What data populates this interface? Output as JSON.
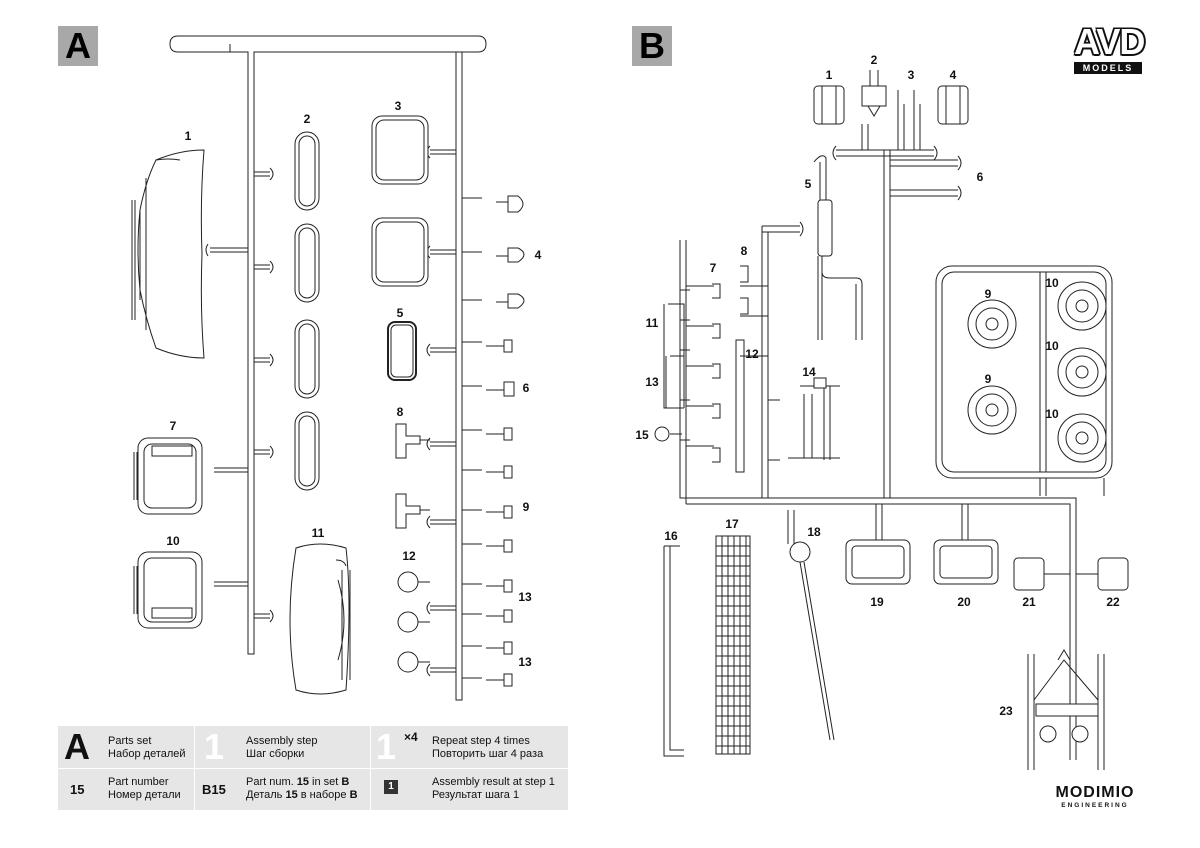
{
  "sets": {
    "a": {
      "label": "A"
    },
    "b": {
      "label": "B"
    }
  },
  "brand": {
    "avd": "AVD",
    "avd_sub": "MODELS",
    "modimio": "MODIMIO",
    "modimio_sub": "ENGINEERING"
  },
  "sprue_a_labels": [
    "1",
    "2",
    "3",
    "4",
    "5",
    "6",
    "7",
    "8",
    "9",
    "10",
    "11",
    "12",
    "13",
    "13"
  ],
  "sprue_b_labels": [
    "1",
    "2",
    "3",
    "4",
    "5",
    "6",
    "7",
    "8",
    "9",
    "9",
    "10",
    "10",
    "10",
    "11",
    "12",
    "13",
    "14",
    "15",
    "16",
    "17",
    "18",
    "19",
    "20",
    "21",
    "22",
    "23"
  ],
  "legend": {
    "parts_set_symbol": "A",
    "parts_set_en": "Parts set",
    "parts_set_ru": "Набор деталей",
    "step_symbol": "1",
    "step_en": "Assembly step",
    "step_ru": "Шаг сборки",
    "repeat_symbol": "1",
    "repeat_mult": "×4",
    "repeat_en": "Repeat step 4 times",
    "repeat_ru": "Повторить шаг 4 раза",
    "part_symbol": "15",
    "part_en": "Part number",
    "part_ru": "Номер детали",
    "set_part_symbol": "B15",
    "set_part_en_pre": "Part num. ",
    "set_part_en_num": "15",
    "set_part_en_mid": " in set ",
    "set_part_en_set": "B",
    "set_part_ru_pre": "Деталь ",
    "set_part_ru_num": "15",
    "set_part_ru_mid": " в наборе ",
    "set_part_ru_set": "B",
    "result_symbol": "1",
    "result_en": "Assembly result at step 1",
    "result_ru": "Результат шага 1"
  }
}
